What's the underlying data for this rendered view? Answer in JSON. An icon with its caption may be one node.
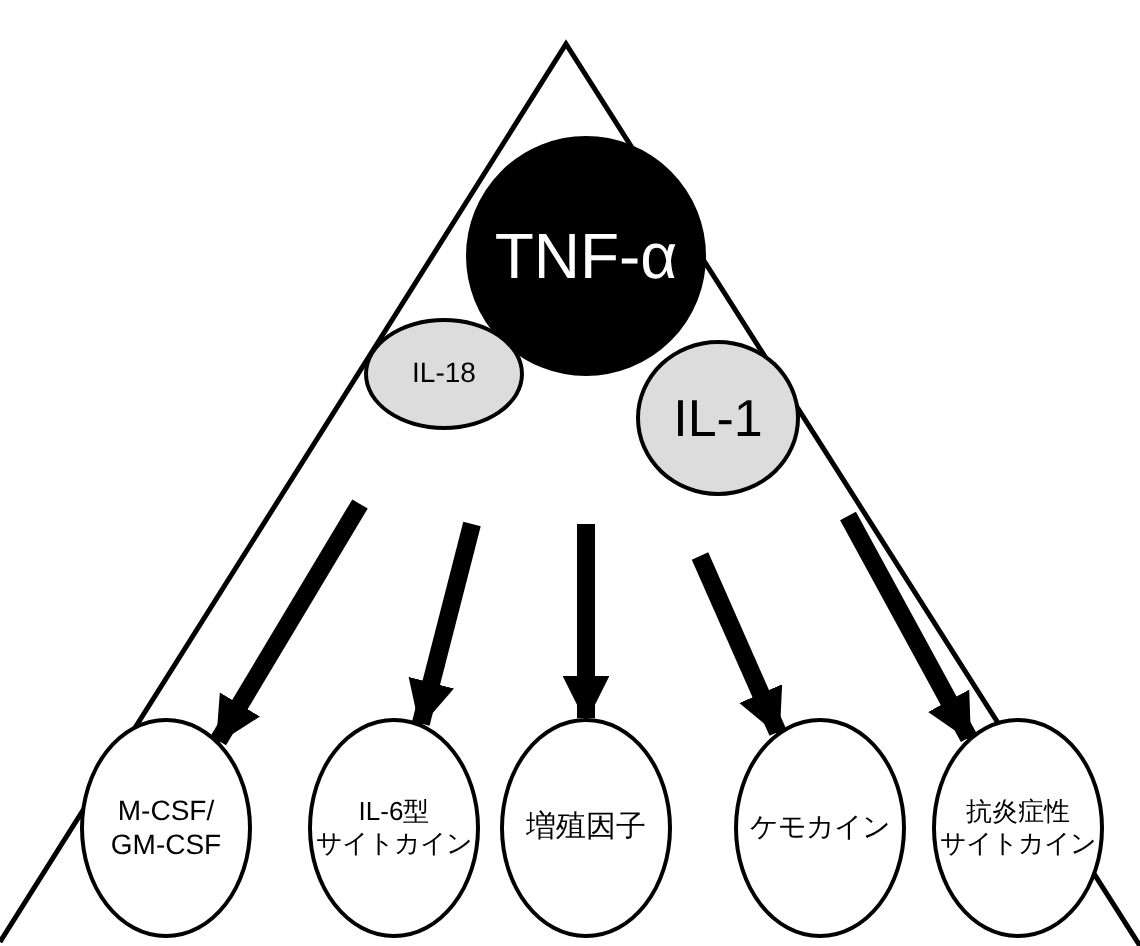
{
  "diagram": {
    "nodes": [
      {
        "text": [
          "TNF-α"
        ]
      },
      {
        "text": [
          "IL-18"
        ]
      },
      {
        "text": [
          "IL-1"
        ]
      },
      {
        "text": [
          "M-CSF/ GM-CSF"
        ]
      },
      {
        "text": [
          "IL-6型サイトカイン"
        ]
      },
      {
        "text": [
          "増殖因子"
        ]
      },
      {
        "text": [
          "ケモカイン"
        ]
      },
      {
        "text": [
          "抗炎症性サイトカイン"
        ]
      }
    ],
    "edges": [
      {
        "from": null,
        "to": 3,
        "arrow": "to"
      },
      {
        "from": null,
        "to": 4,
        "arrow": "to"
      },
      {
        "from": null,
        "to": 5,
        "arrow": "to"
      },
      {
        "from": null,
        "to": 6,
        "arrow": "to"
      },
      {
        "from": null,
        "to": 7,
        "arrow": "to"
      }
    ]
  }
}
